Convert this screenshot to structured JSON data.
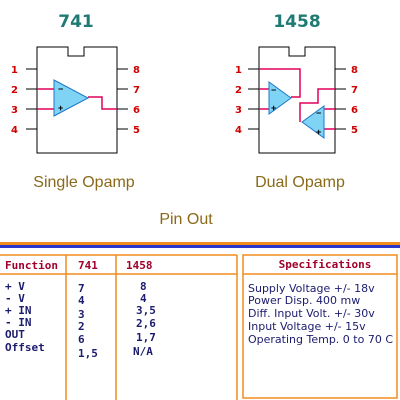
{
  "colors": {
    "title": "#1f7a73",
    "pin_number": "#d00000",
    "caption": "#8a6a1a",
    "divider_orange": "#f28c1e",
    "divider_blue": "#2a37c8",
    "opamp_fill": "#7fd3f5",
    "opamp_stroke": "#1e78c8",
    "wire": "#e0005a",
    "table_header": "#a0002a",
    "table_text": "#1c1c6e"
  },
  "chips": [
    {
      "title": "741",
      "caption": "Single Opamp",
      "left_pins": [
        "1",
        "2",
        "3",
        "4"
      ],
      "right_pins": [
        "8",
        "7",
        "6",
        "5"
      ],
      "opamp_signs": {
        "minus": "−",
        "plus": "+"
      }
    },
    {
      "title": "1458",
      "caption": "Dual Opamp",
      "left_pins": [
        "1",
        "2",
        "3",
        "4"
      ],
      "right_pins": [
        "8",
        "7",
        "6",
        "5"
      ],
      "opamp_a_signs": {
        "minus": "−",
        "plus": "+"
      },
      "opamp_b_signs": {
        "minus": "−",
        "plus": "+"
      }
    }
  ],
  "pinout_label": "Pin Out",
  "table": {
    "headers": [
      "Function",
      "741",
      "1458"
    ],
    "rows": [
      [
        "+ V",
        "7",
        "8"
      ],
      [
        "- V",
        "4",
        "4"
      ],
      [
        "+ IN",
        "3",
        "3,5"
      ],
      [
        "- IN",
        "2",
        "2,6"
      ],
      [
        "OUT",
        "6",
        "1,7"
      ],
      [
        "Offset",
        "1,5",
        "N/A"
      ]
    ]
  },
  "specifications": {
    "header": "Specifications",
    "lines": [
      "Supply Voltage +/- 18v",
      "Power Disp. 400 mw",
      "Diff. Input Volt. +/- 30v",
      "Input Voltage +/- 15v",
      "Operating Temp. 0 to 70 C"
    ]
  }
}
